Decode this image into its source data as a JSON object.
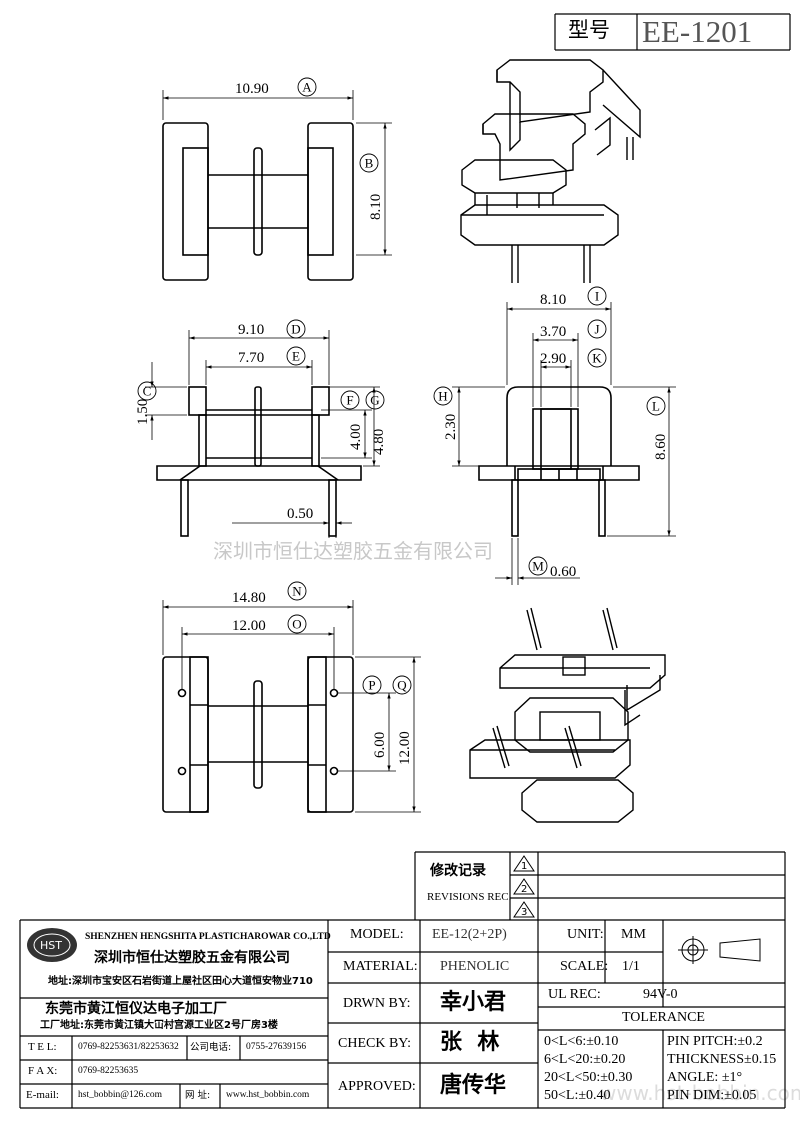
{
  "header": {
    "label": "型号",
    "model": "EE-1201"
  },
  "watermark": "深圳市恒仕达塑胶五金有限公司",
  "watermark2": "www.hst-bobbin.com",
  "dims": {
    "A": "10.90",
    "B": "8.10",
    "D": "9.10",
    "E": "7.70",
    "C": "1.50",
    "F": "4.00",
    "G": "4.80",
    "pin": "0.50",
    "I": "8.10",
    "J": "3.70",
    "K": "2.90",
    "H": "2.30",
    "L": "8.60",
    "M": "0.60",
    "N": "14.80",
    "O": "12.00",
    "P": "6.00",
    "Q": "12.00"
  },
  "letters": [
    "A",
    "B",
    "C",
    "D",
    "E",
    "F",
    "G",
    "H",
    "I",
    "J",
    "K",
    "L",
    "M",
    "N",
    "O",
    "P",
    "Q"
  ],
  "revisions": {
    "title_cn": "修改记录",
    "title_en": "REVISIONS REC.",
    "marks": [
      "1",
      "2",
      "3"
    ]
  },
  "company": {
    "logo": "HST",
    "name_en": "SHENZHEN HENGSHITA PLASTICHAROWAR CO.,LTD",
    "name_cn": "深圳市恒仕达塑胶五金有限公司",
    "address": "地址:深圳市宝安区石岩街道上屋社区田心大道恒安物业710",
    "factory_cn": "东莞市黄江恒仪达电子加工厂",
    "factory_addr": "工厂地址:东莞市黄江镇大冚村宫源工业区2号厂房3楼",
    "tel_label": "T E L:",
    "tel": "0769-82253631/82253632",
    "phone_label": "公司电话:",
    "phone": "0755-27639156",
    "fax_label": "F A X:",
    "fax": "0769-82253635",
    "email_label": "E-mail:",
    "email": "hst_bobbin@126.com",
    "web_label": "网  址:",
    "web": "www.hst_bobbin.com"
  },
  "fields": {
    "model_label": "MODEL:",
    "model": "EE-12(2+2P)",
    "material_label": "MATERIAL:",
    "material": "PHENOLIC",
    "drawn_label": "DRWN BY:",
    "drawn": "幸小君",
    "check_label": "CHECK BY:",
    "check": "张  林",
    "approved_label": "APPROVED:",
    "approved": "唐传华",
    "unit_label": "UNIT:",
    "unit": "MM",
    "scale_label": "SCALE:",
    "scale": "1/1",
    "ul_label": "UL REC:",
    "ul": "94V-0",
    "tolerance_label": "TOLERANCE",
    "tol": [
      "0<L<6:±0.10",
      "6<L<20:±0.20",
      "20<L<50:±0.30",
      "50<L:±0.40"
    ],
    "pin_pitch": "PIN PITCH:±0.2",
    "thickness": "THICKNESS±0.15",
    "angle": "ANGLE: ±1°",
    "pin_dim": "PIN DIM:±0.05"
  }
}
